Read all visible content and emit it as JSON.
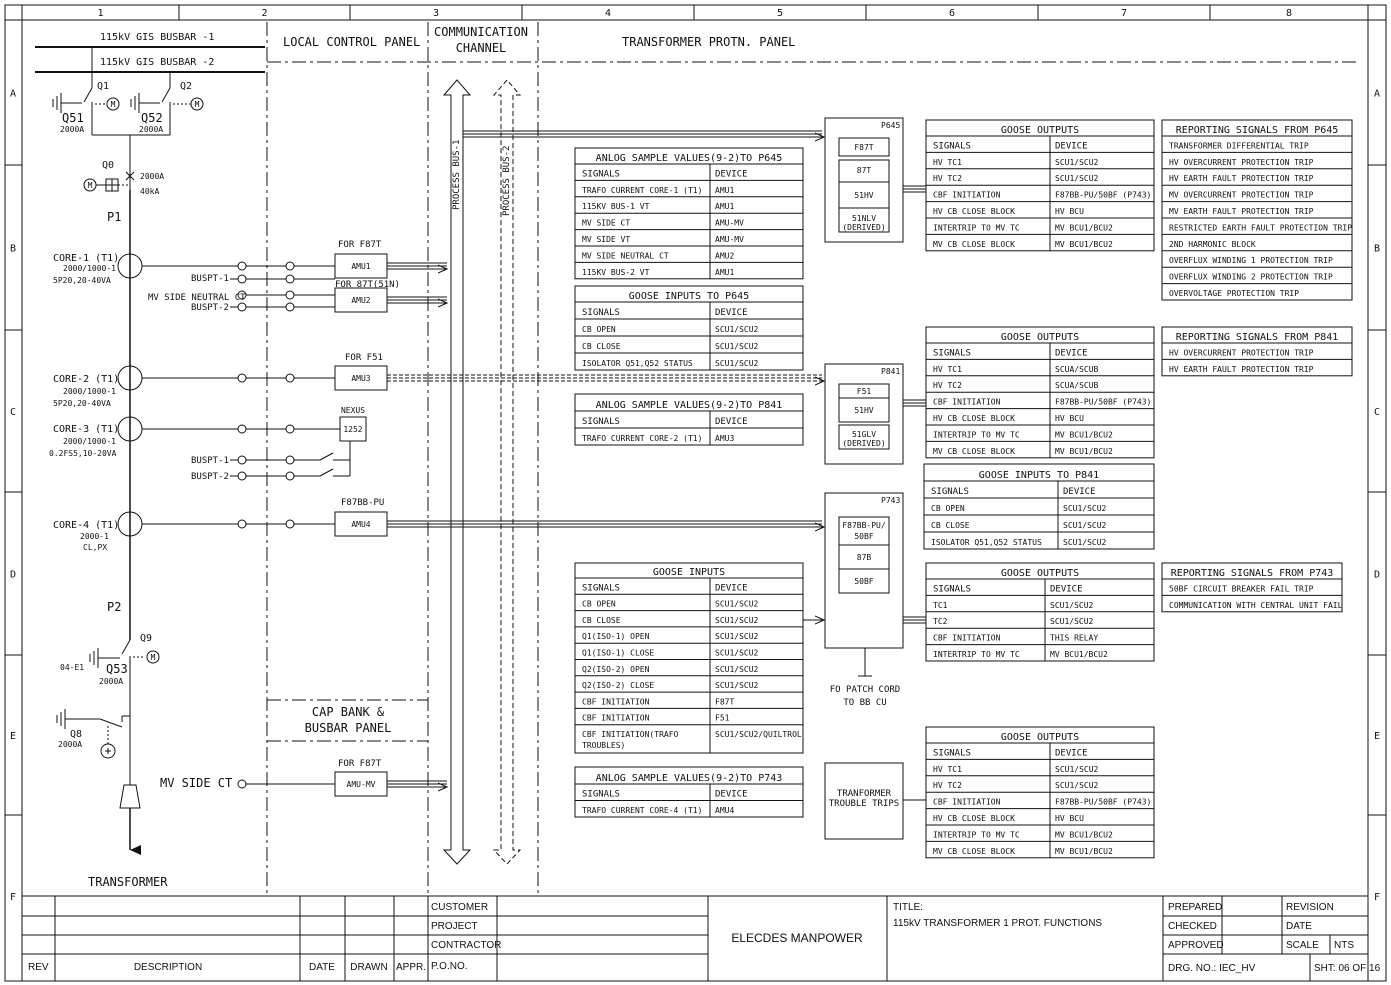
{
  "grid": {
    "columns": [
      "1",
      "2",
      "3",
      "4",
      "5",
      "6",
      "7",
      "8"
    ],
    "rows": [
      "A",
      "B",
      "C",
      "D",
      "E",
      "F"
    ]
  },
  "zones": {
    "local_control_panel": "LOCAL CONTROL PANEL",
    "communication_channel_1": "COMMUNICATION",
    "communication_channel_2": "CHANNEL",
    "transformer_protn_panel": "TRANSFORMER PROTN. PANEL",
    "cap_bank_1": "CAP BANK &",
    "cap_bank_2": "BUSBAR PANEL",
    "process_bus_1": "PROCESS BUS-1",
    "process_bus_2": "PROCESS BUS-2"
  },
  "sld": {
    "busbar1": "115kV GIS BUSBAR -1",
    "busbar2": "115kV GIS BUSBAR -2",
    "q1": "Q1",
    "q2": "Q2",
    "q51": "Q51",
    "q51_rating": "2000A",
    "q52": "Q52",
    "q52_rating": "2000A",
    "q0": "Q0",
    "q0_rating1": "2000A",
    "q0_rating2": "40kA",
    "motor": "M",
    "p1": "P1",
    "p2": "P2",
    "core1": "CORE-1 (T1)",
    "core1_ratio": "2000/1000-1",
    "core1_class": "5P20,20-40VA",
    "core2": "CORE-2 (T1)",
    "core2_ratio": "2000/1000-1",
    "core2_class": "5P20,20-40VA",
    "core3": "CORE-3 (T1)",
    "core3_ratio": "2000/1000-1",
    "core3_class": "0.2FS5,10-20VA",
    "core4": "CORE-4 (T1)",
    "core4_ratio": "2000-1",
    "core4_class": "CL,PX",
    "buspt1": "BUSPT-1",
    "mv_neutral": "MV SIDE NEUTRAL CT",
    "buspt2": "BUSPT-2",
    "buspt1b": "BUSPT-1",
    "buspt2b": "BUSPT-2",
    "q9": "Q9",
    "q53": "Q53",
    "q53_rating": "2000A",
    "q53_ref": "04-E1",
    "q8": "Q8",
    "q8_rating": "2000A",
    "mv_side_ct": "MV SIDE CT",
    "transformer": "TRANSFORMER"
  },
  "amu": {
    "for_f87t": "FOR F87T",
    "amu1": "AMU1",
    "for_87t51n": "FOR 87T(51N)",
    "amu2": "AMU2",
    "for_f51": "FOR F51",
    "amu3": "AMU3",
    "nexus": "NEXUS",
    "nexus_box": "1252",
    "f87bb_pu": "F87BB-PU",
    "amu4": "AMU4",
    "for_f87t_mv": "FOR F87T",
    "amu_mv": "AMU-MV"
  },
  "relays": {
    "p645": {
      "name": "P645",
      "f1": "F87T",
      "f2": "87T",
      "f3": "51HV",
      "f4a": "51NLV",
      "f4b": "(DERIVED)"
    },
    "p841": {
      "name": "P841",
      "f1": "F51",
      "f2": "51HV",
      "f3a": "51GLV",
      "f3b": "(DERIVED)"
    },
    "p743": {
      "name": "P743",
      "f1a": "F87BB-PU/",
      "f1b": "50BF",
      "f2": "87B",
      "f3": "50BF"
    },
    "fo_patch1": "FO PATCH CORD",
    "fo_patch2": "TO BB CU",
    "trouble1": "TRANFORMER",
    "trouble2": "TROUBLE TRIPS"
  },
  "tables": {
    "sv_p645": {
      "title": "ANLOG SAMPLE VALUES(9-2)TO P645",
      "headers": [
        "SIGNALS",
        "DEVICE"
      ],
      "rows": [
        [
          "TRAFO CURRENT CORE-1 (T1)",
          "AMU1"
        ],
        [
          "115KV BUS-1 VT",
          "AMU1"
        ],
        [
          "MV SIDE CT",
          "AMU-MV"
        ],
        [
          "MV SIDE VT",
          "AMU-MV"
        ],
        [
          "MV SIDE NEUTRAL CT",
          "AMU2"
        ],
        [
          "115KV BUS-2 VT",
          "AMU1"
        ]
      ]
    },
    "gi_p645": {
      "title": "GOOSE INPUTS TO P645",
      "headers": [
        "SIGNALS",
        "DEVICE"
      ],
      "rows": [
        [
          "CB OPEN",
          "SCU1/SCU2"
        ],
        [
          "CB CLOSE",
          "SCU1/SCU2"
        ],
        [
          "ISOLATOR Q51,Q52 STATUS",
          "SCU1/SCU2"
        ]
      ]
    },
    "sv_p841": {
      "title": "ANLOG SAMPLE VALUES(9-2)TO P841",
      "headers": [
        "SIGNALS",
        "DEVICE"
      ],
      "rows": [
        [
          "TRAFO CURRENT CORE-2 (T1)",
          "AMU3"
        ]
      ]
    },
    "gi_p743": {
      "title": "GOOSE INPUTS",
      "headers": [
        "SIGNALS",
        "DEVICE"
      ],
      "rows": [
        [
          "CB OPEN",
          "SCU1/SCU2"
        ],
        [
          "CB CLOSE",
          "SCU1/SCU2"
        ],
        [
          "Q1(ISO-1) OPEN",
          "SCU1/SCU2"
        ],
        [
          "Q1(ISO-1) CLOSE",
          "SCU1/SCU2"
        ],
        [
          "Q2(ISO-2) OPEN",
          "SCU1/SCU2"
        ],
        [
          "Q2(ISO-2) CLOSE",
          "SCU1/SCU2"
        ],
        [
          "CBF INITIATION",
          "F87T"
        ],
        [
          "CBF INITIATION",
          "F51"
        ],
        [
          "CBF INITIATION(TRAFO",
          "SCU1/SCU2/QUILTROL"
        ]
      ],
      "last_row_cont": "TROUBLES)"
    },
    "sv_p743": {
      "title": "ANLOG SAMPLE VALUES(9-2)TO P743",
      "headers": [
        "SIGNALS",
        "DEVICE"
      ],
      "rows": [
        [
          "TRAFO CURRENT CORE-4 (T1)",
          "AMU4"
        ]
      ]
    },
    "go_p645": {
      "title": "GOOSE OUTPUTS",
      "headers": [
        "SIGNALS",
        "DEVICE"
      ],
      "rows": [
        [
          "HV TC1",
          "SCU1/SCU2"
        ],
        [
          "HV TC2",
          "SCU1/SCU2"
        ],
        [
          "CBF INITIATION",
          "F87BB-PU/50BF (P743)"
        ],
        [
          "HV CB CLOSE BLOCK",
          "HV BCU"
        ],
        [
          "INTERTRIP TO MV TC",
          "MV BCU1/BCU2"
        ],
        [
          "MV CB CLOSE BLOCK",
          "MV BCU1/BCU2"
        ]
      ]
    },
    "go_p841": {
      "title": "GOOSE OUTPUTS",
      "headers": [
        "SIGNALS",
        "DEVICE"
      ],
      "rows": [
        [
          "HV TC1",
          "SCUA/SCUB"
        ],
        [
          "HV TC2",
          "SCUA/SCUB"
        ],
        [
          "CBF INITIATION",
          "F87BB-PU/50BF (P743)"
        ],
        [
          "HV CB CLOSE BLOCK",
          "HV BCU"
        ],
        [
          "INTERTRIP TO MV TC",
          "MV BCU1/BCU2"
        ],
        [
          "MV CB CLOSE BLOCK",
          "MV BCU1/BCU2"
        ]
      ]
    },
    "gi_p841": {
      "title": "GOOSE INPUTS TO P841",
      "headers": [
        "SIGNALS",
        "DEVICE"
      ],
      "rows": [
        [
          "CB OPEN",
          "SCU1/SCU2"
        ],
        [
          "CB CLOSE",
          "SCU1/SCU2"
        ],
        [
          "ISOLATOR Q51,Q52 STATUS",
          "SCU1/SCU2"
        ]
      ]
    },
    "go_p743": {
      "title": "GOOSE OUTPUTS",
      "headers": [
        "SIGNALS",
        "DEVICE"
      ],
      "rows": [
        [
          "TC1",
          "SCU1/SCU2"
        ],
        [
          "TC2",
          "SCU1/SCU2"
        ],
        [
          "CBF INITIATION",
          "THIS RELAY"
        ],
        [
          "INTERTRIP TO MV TC",
          "MV BCU1/BCU2"
        ]
      ]
    },
    "go_trouble": {
      "title": "GOOSE OUTPUTS",
      "headers": [
        "SIGNALS",
        "DEVICE"
      ],
      "rows": [
        [
          "HV TC1",
          "SCU1/SCU2"
        ],
        [
          "HV TC2",
          "SCU1/SCU2"
        ],
        [
          "CBF INITIATION",
          "F87BB-PU/50BF (P743)"
        ],
        [
          "HV CB CLOSE BLOCK",
          "HV BCU"
        ],
        [
          "INTERTRIP TO MV TC",
          "MV BCU1/BCU2"
        ],
        [
          "MV CB CLOSE BLOCK",
          "MV BCU1/BCU2"
        ]
      ]
    },
    "rep_p645": {
      "title": "REPORTING SIGNALS FROM P645",
      "rows": [
        "TRANSFORMER DIFFERENTIAL TRIP",
        "HV OVERCURRENT PROTECTION TRIP",
        "HV EARTH FAULT PROTECTION TRIP",
        "MV OVERCURRENT PROTECTION TRIP",
        "MV EARTH FAULT PROTECTION TRIP",
        "RESTRICTED EARTH FAULT PROTECTION TRIP",
        "2ND HARMONIC BLOCK",
        "OVERFLUX WINDING 1 PROTECTION TRIP",
        "OVERFLUX WINDING 2 PROTECTION TRIP",
        "OVERVOLTAGE PROTECTION TRIP"
      ]
    },
    "rep_p841": {
      "title": "REPORTING SIGNALS FROM P841",
      "rows": [
        "HV OVERCURRENT PROTECTION TRIP",
        "HV EARTH FAULT PROTECTION TRIP"
      ]
    },
    "rep_p743": {
      "title": "REPORTING SIGNALS FROM P743",
      "rows": [
        "50BF CIRCUIT BREAKER FAIL TRIP",
        "COMMUNICATION WITH CENTRAL UNIT FAIL"
      ]
    }
  },
  "title_block": {
    "customer": "CUSTOMER",
    "project": "PROJECT",
    "contractor": "CONTRACTOR",
    "po_no": "P.O.NO.",
    "rev": "REV",
    "description": "DESCRIPTION",
    "date": "DATE",
    "drawn": "DRAWN",
    "appr": "APPR.",
    "company": "ELECDES MANPOWER",
    "title_label": "TITLE:",
    "title_value": "115kV TRANSFORMER 1 PROT. FUNCTIONS",
    "prepared": "PREPARED",
    "checked": "CHECKED",
    "approved": "APPROVED",
    "drg_no": "DRG. NO.: IEC_HV",
    "revision": "REVISION",
    "date2": "DATE",
    "scale": "SCALE",
    "scale_value": "NTS",
    "sheet": "SHT: 06 OF 16"
  }
}
